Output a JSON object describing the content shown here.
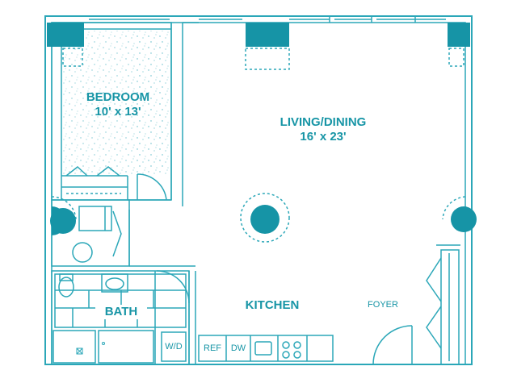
{
  "colors": {
    "line": "#2ba7b8",
    "fill": "#1694a6",
    "text": "#1795a6",
    "speckle": "#7cc7d2"
  },
  "rooms": {
    "bedroom": {
      "name": "BEDROOM",
      "size": "10' x 13'"
    },
    "living": {
      "name": "LIVING/DINING",
      "size": "16' x 23'"
    },
    "kitchen": {
      "name": "KITCHEN"
    },
    "bath": {
      "name": "BATH"
    },
    "foyer": {
      "name": "FOYER"
    }
  },
  "fixtures": {
    "washer_dryer": "W/D",
    "refrigerator": "REF",
    "dishwasher": "DW"
  }
}
